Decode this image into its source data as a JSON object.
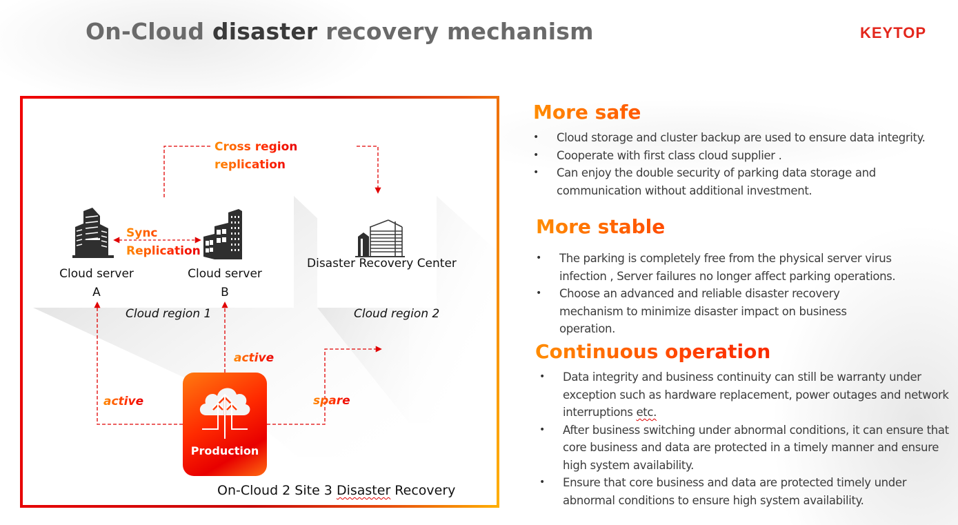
{
  "header": {
    "title_part1": "On-Cloud",
    "title_part2": "disaster",
    "title_part3": "recovery mechanism",
    "logo": "KEYTOP"
  },
  "diagram": {
    "cross_region_line1": "Cross region",
    "cross_region_line2": "replication",
    "sync_line1": "Sync",
    "sync_line2": "Replication",
    "server_a_line1": "Cloud server",
    "server_a_line2": "A",
    "server_b_line1": "Cloud server",
    "server_b_line2": "B",
    "drc_label": "Disaster Recovery Center",
    "region1": "Cloud region 1",
    "region2": "Cloud region 2",
    "flow_active_a": "active",
    "flow_active_b": "active",
    "flow_spare": "spare",
    "production": "Production",
    "caption_pre": "On-Cloud 2 Site 3 ",
    "caption_squiggle": "Disaster",
    "caption_post": " Recovery",
    "icons": {
      "server_a": "skyscraper-icon",
      "server_b": "office-tower-icon",
      "drc": "building-icon",
      "production": "cloud-upload-icon"
    },
    "colors": {
      "accent_red": "#e80000",
      "accent_orange": "#ff8a00",
      "dashed_line": "#e00000"
    }
  },
  "sections": [
    {
      "heading": "More safe",
      "bullets": [
        "Cloud storage and cluster backup are used to ensure data  integrity.",
        "Cooperate with first class cloud supplier .",
        "Can enjoy the double security of parking data storage and communication without additional investment."
      ]
    },
    {
      "heading": "More stable",
      "bullets": [
        "The parking is completely free from the physical server virus infection , Server failures no longer affect parking operations.",
        "Choose an advanced and reliable disaster recovery mechanism to minimize disaster impact on business operation."
      ]
    },
    {
      "heading": "Continuous operation",
      "bullets": [
        "Data integrity and business continuity can still be warranty under exception  such as hardware replacement, power outages and network interruptions",
        "After business switching under abnormal conditions, it can ensure that core business and data are protected in a timely manner and ensure high system availability.",
        "Ensure that core business and data are protected timely under abnormal conditions to ensure high system availability."
      ],
      "bullet0_suffix": "etc."
    }
  ],
  "bullet_glyph": "•"
}
